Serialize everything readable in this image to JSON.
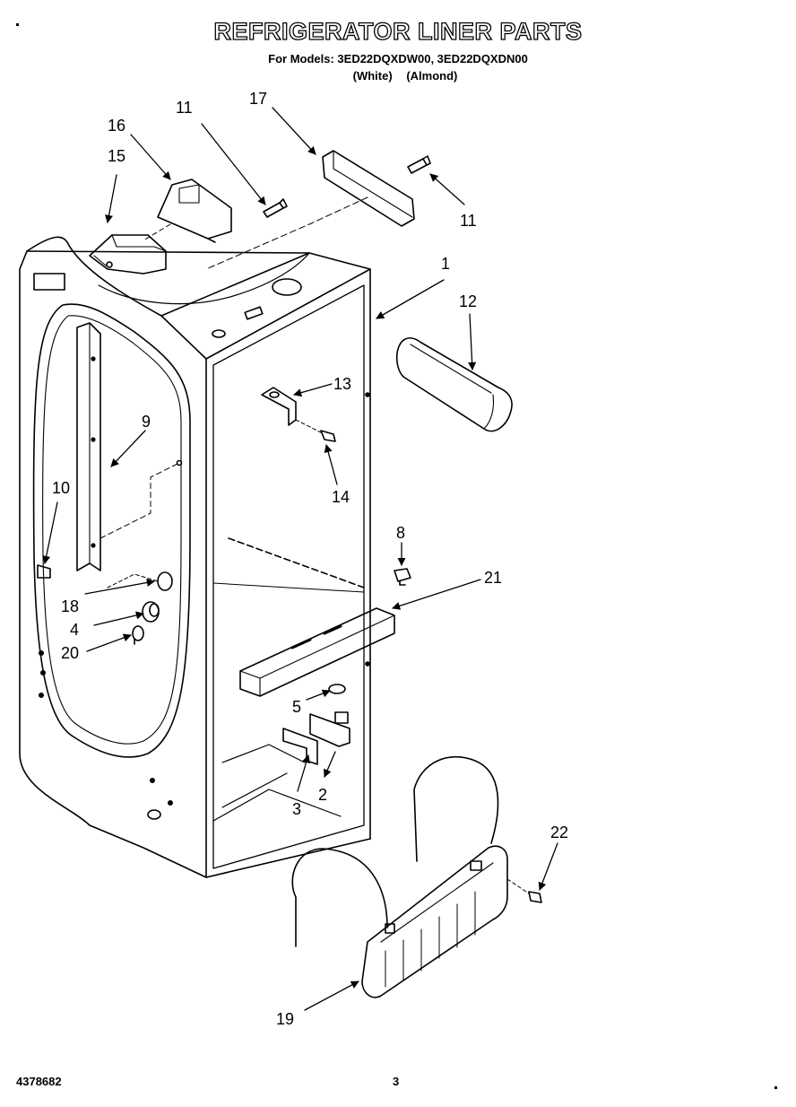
{
  "header": {
    "title": "REFRIGERATOR LINER PARTS",
    "models_line": "For Models: 3ED22DQXDW00, 3ED22DQXDN00",
    "color_white": "(White)",
    "color_almond": "(Almond)"
  },
  "callouts": [
    {
      "id": "c1",
      "label": "1"
    },
    {
      "id": "c2",
      "label": "2"
    },
    {
      "id": "c3",
      "label": "3"
    },
    {
      "id": "c4",
      "label": "4"
    },
    {
      "id": "c5",
      "label": "5"
    },
    {
      "id": "c8",
      "label": "8"
    },
    {
      "id": "c9",
      "label": "9"
    },
    {
      "id": "c10",
      "label": "10"
    },
    {
      "id": "c11a",
      "label": "11"
    },
    {
      "id": "c11b",
      "label": "11"
    },
    {
      "id": "c12",
      "label": "12"
    },
    {
      "id": "c13",
      "label": "13"
    },
    {
      "id": "c14",
      "label": "14"
    },
    {
      "id": "c15",
      "label": "15"
    },
    {
      "id": "c16",
      "label": "16"
    },
    {
      "id": "c17",
      "label": "17"
    },
    {
      "id": "c18",
      "label": "18"
    },
    {
      "id": "c19",
      "label": "19"
    },
    {
      "id": "c20",
      "label": "20"
    },
    {
      "id": "c21",
      "label": "21"
    },
    {
      "id": "c22",
      "label": "22"
    }
  ],
  "footer": {
    "doc_number": "4378682",
    "page_number": "3"
  }
}
